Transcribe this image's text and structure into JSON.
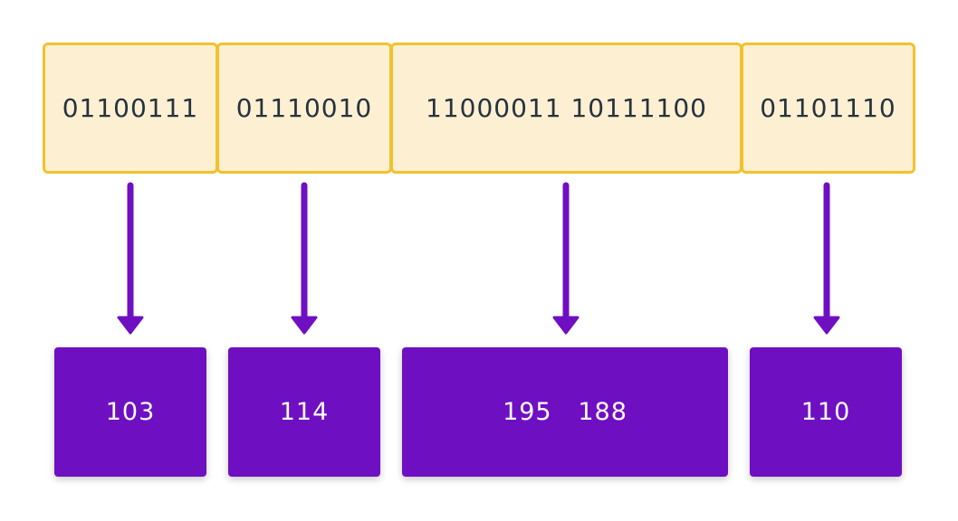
{
  "bytes": [
    {
      "bits": "01100111"
    },
    {
      "bits": "01110010"
    },
    {
      "bits": "11000011 10111100"
    },
    {
      "bits": "01101110"
    }
  ],
  "values": [
    {
      "text": "103"
    },
    {
      "text": "114"
    },
    {
      "text": "195   188"
    },
    {
      "text": "110"
    }
  ],
  "colors": {
    "byte_fill": "#fdf0d2",
    "byte_border": "#f2c12e",
    "arrow": "#6f0fc2",
    "value_fill": "#6f0fc2",
    "value_text": "#ffffff",
    "byte_text": "#26323f"
  }
}
